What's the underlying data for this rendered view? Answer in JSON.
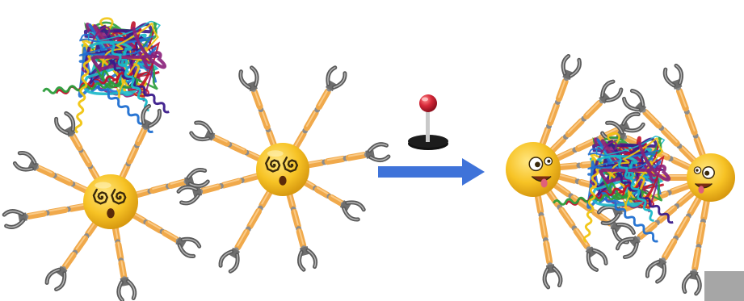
{
  "diagram": {
    "left_group": {
      "protein": {
        "description_icon": "protein-ribbon-icon",
        "colors": [
          "#c0122b",
          "#3a1a8a",
          "#1f6fd1",
          "#18b8c9",
          "#2a9d3a",
          "#f1c40f",
          "#8a1f7a"
        ]
      },
      "robots": [
        {
          "face": "dizzy-face-emoji",
          "arm_count": 8
        },
        {
          "face": "dizzy-face-emoji",
          "arm_count": 8
        }
      ]
    },
    "trigger": {
      "icon": "joystick-icon",
      "knob_color": "#d62839",
      "base_color": "#111111"
    },
    "arrow": {
      "icon": "right-arrow-icon",
      "color": "#3f73d9"
    },
    "right_group": {
      "robots": [
        {
          "face": "zany-face-emoji"
        },
        {
          "face": "zany-face-emoji"
        }
      ],
      "state": "captured protein"
    },
    "palette": {
      "emoji_yellow": "#f7c325",
      "arm_segment": "#f0a94b",
      "joint_gray": "#8c8c8c",
      "claw_gray": "#6e6e6e"
    }
  }
}
